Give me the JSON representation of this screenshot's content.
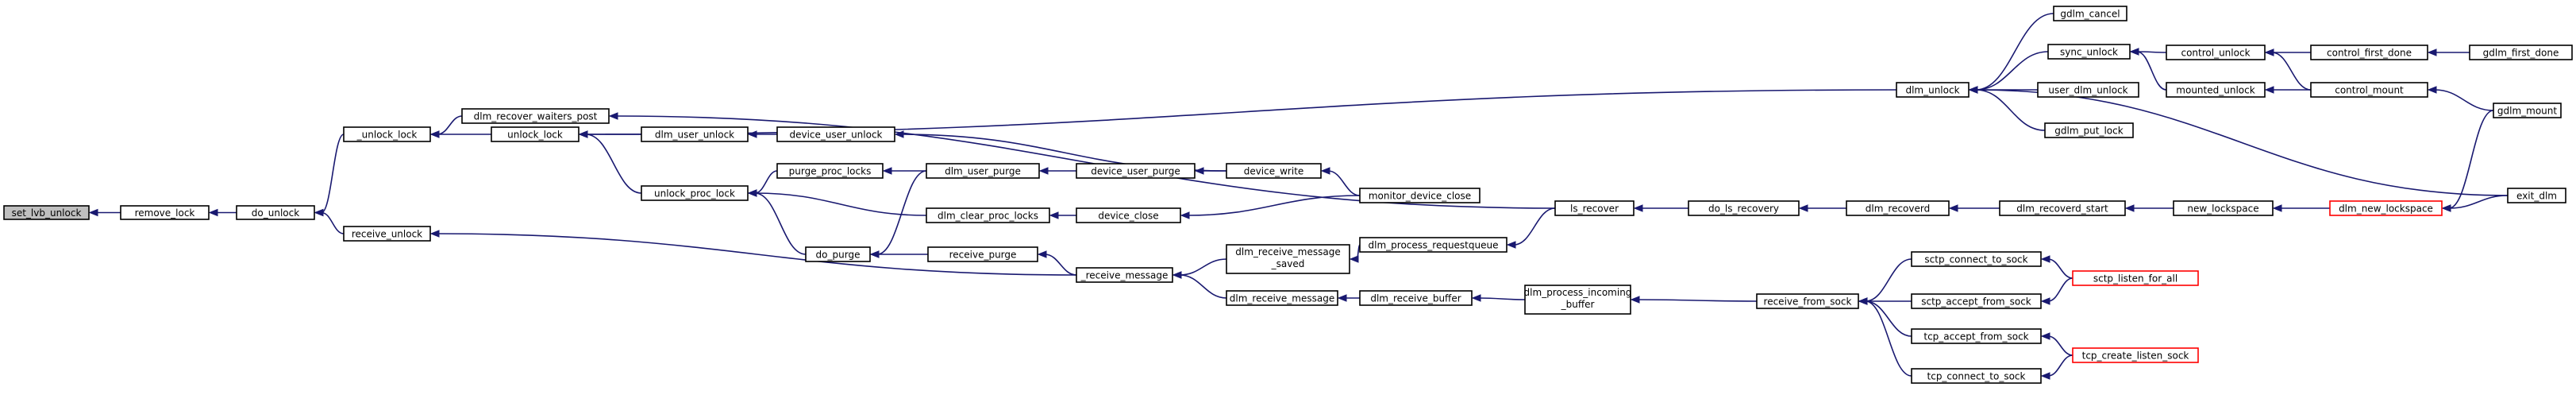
{
  "graph": {
    "nodes": [
      {
        "id": "set_lvb_unlock",
        "lines": [
          "set_lvb_unlock"
        ],
        "root": true
      },
      {
        "id": "remove_lock",
        "lines": [
          "remove_lock"
        ]
      },
      {
        "id": "do_unlock",
        "lines": [
          "do_unlock"
        ]
      },
      {
        "id": "_unlock_lock",
        "lines": [
          "_unlock_lock"
        ]
      },
      {
        "id": "receive_unlock",
        "lines": [
          "receive_unlock"
        ]
      },
      {
        "id": "dlm_recover_waiters_post",
        "lines": [
          "dlm_recover_waiters_post"
        ]
      },
      {
        "id": "unlock_lock",
        "lines": [
          "unlock_lock"
        ]
      },
      {
        "id": "dlm_user_unlock",
        "lines": [
          "dlm_user_unlock"
        ]
      },
      {
        "id": "unlock_proc_lock",
        "lines": [
          "unlock_proc_lock"
        ]
      },
      {
        "id": "device_user_unlock",
        "lines": [
          "device_user_unlock"
        ]
      },
      {
        "id": "purge_proc_locks",
        "lines": [
          "purge_proc_locks"
        ]
      },
      {
        "id": "dlm_clear_proc_locks",
        "lines": [
          "dlm_clear_proc_locks"
        ]
      },
      {
        "id": "do_purge",
        "lines": [
          "do_purge"
        ]
      },
      {
        "id": "dlm_user_purge",
        "lines": [
          "dlm_user_purge"
        ]
      },
      {
        "id": "receive_purge",
        "lines": [
          "receive_purge"
        ]
      },
      {
        "id": "device_user_purge",
        "lines": [
          "device_user_purge"
        ]
      },
      {
        "id": "device_close",
        "lines": [
          "device_close"
        ]
      },
      {
        "id": "device_write",
        "lines": [
          "device_write"
        ]
      },
      {
        "id": "monitor_device_close",
        "lines": [
          "monitor_device_close"
        ]
      },
      {
        "id": "_receive_message",
        "lines": [
          "_receive_message"
        ]
      },
      {
        "id": "dlm_receive_message_saved",
        "lines": [
          "dlm_receive_message",
          "_saved"
        ]
      },
      {
        "id": "dlm_receive_message",
        "lines": [
          "dlm_receive_message"
        ]
      },
      {
        "id": "dlm_process_requestqueue",
        "lines": [
          "dlm_process_requestqueue"
        ]
      },
      {
        "id": "dlm_receive_buffer",
        "lines": [
          "dlm_receive_buffer"
        ]
      },
      {
        "id": "dlm_process_incoming_buffer",
        "lines": [
          "dlm_process_incoming",
          "_buffer"
        ]
      },
      {
        "id": "ls_recover",
        "lines": [
          "ls_recover"
        ]
      },
      {
        "id": "do_ls_recovery",
        "lines": [
          "do_ls_recovery"
        ]
      },
      {
        "id": "dlm_recoverd",
        "lines": [
          "dlm_recoverd"
        ]
      },
      {
        "id": "dlm_recoverd_start",
        "lines": [
          "dlm_recoverd_start"
        ]
      },
      {
        "id": "new_lockspace",
        "lines": [
          "new_lockspace"
        ]
      },
      {
        "id": "dlm_new_lockspace",
        "lines": [
          "dlm_new_lockspace"
        ],
        "truncated": true
      },
      {
        "id": "dlm_unlock",
        "lines": [
          "dlm_unlock"
        ]
      },
      {
        "id": "gdlm_cancel",
        "lines": [
          "gdlm_cancel"
        ]
      },
      {
        "id": "sync_unlock",
        "lines": [
          "sync_unlock"
        ]
      },
      {
        "id": "user_dlm_unlock",
        "lines": [
          "user_dlm_unlock"
        ]
      },
      {
        "id": "gdlm_put_lock",
        "lines": [
          "gdlm_put_lock"
        ]
      },
      {
        "id": "control_unlock",
        "lines": [
          "control_unlock"
        ]
      },
      {
        "id": "mounted_unlock",
        "lines": [
          "mounted_unlock"
        ]
      },
      {
        "id": "control_first_done",
        "lines": [
          "control_first_done"
        ]
      },
      {
        "id": "control_mount",
        "lines": [
          "control_mount"
        ]
      },
      {
        "id": "gdlm_first_done",
        "lines": [
          "gdlm_first_done"
        ]
      },
      {
        "id": "gdlm_mount",
        "lines": [
          "gdlm_mount"
        ]
      },
      {
        "id": "exit_dlm",
        "lines": [
          "exit_dlm"
        ]
      },
      {
        "id": "receive_from_sock",
        "lines": [
          "receive_from_sock"
        ]
      },
      {
        "id": "sctp_connect_to_sock",
        "lines": [
          "sctp_connect_to_sock"
        ]
      },
      {
        "id": "sctp_accept_from_sock",
        "lines": [
          "sctp_accept_from_sock"
        ]
      },
      {
        "id": "tcp_accept_from_sock",
        "lines": [
          "tcp_accept_from_sock"
        ]
      },
      {
        "id": "tcp_connect_to_sock",
        "lines": [
          "tcp_connect_to_sock"
        ]
      },
      {
        "id": "sctp_listen_for_all",
        "lines": [
          "sctp_listen_for_all"
        ],
        "truncated": true
      },
      {
        "id": "tcp_create_listen_sock",
        "lines": [
          "tcp_create_listen_sock"
        ],
        "truncated": true
      }
    ],
    "edges": [
      {
        "from": "remove_lock",
        "to": "set_lvb_unlock"
      },
      {
        "from": "do_unlock",
        "to": "remove_lock"
      },
      {
        "from": "_unlock_lock",
        "to": "do_unlock"
      },
      {
        "from": "receive_unlock",
        "to": "do_unlock"
      },
      {
        "from": "dlm_recover_waiters_post",
        "to": "_unlock_lock"
      },
      {
        "from": "unlock_lock",
        "to": "_unlock_lock"
      },
      {
        "from": "ls_recover",
        "to": "dlm_recover_waiters_post"
      },
      {
        "from": "dlm_user_unlock",
        "to": "unlock_lock"
      },
      {
        "from": "unlock_proc_lock",
        "to": "unlock_lock"
      },
      {
        "from": "dlm_unlock",
        "to": "unlock_lock"
      },
      {
        "from": "device_user_unlock",
        "to": "dlm_user_unlock"
      },
      {
        "from": "device_write",
        "to": "device_user_unlock"
      },
      {
        "from": "purge_proc_locks",
        "to": "unlock_proc_lock"
      },
      {
        "from": "dlm_clear_proc_locks",
        "to": "unlock_proc_lock"
      },
      {
        "from": "do_purge",
        "to": "unlock_proc_lock"
      },
      {
        "from": "dlm_user_purge",
        "to": "purge_proc_locks"
      },
      {
        "from": "device_close",
        "to": "dlm_clear_proc_locks"
      },
      {
        "from": "dlm_user_purge",
        "to": "do_purge"
      },
      {
        "from": "receive_purge",
        "to": "do_purge"
      },
      {
        "from": "device_user_purge",
        "to": "dlm_user_purge"
      },
      {
        "from": "device_write",
        "to": "device_user_purge"
      },
      {
        "from": "_receive_message",
        "to": "receive_purge"
      },
      {
        "from": "_receive_message",
        "to": "receive_unlock"
      },
      {
        "from": "monitor_device_close",
        "to": "device_write"
      },
      {
        "from": "monitor_device_close",
        "to": "device_close"
      },
      {
        "from": "dlm_receive_message_saved",
        "to": "_receive_message"
      },
      {
        "from": "dlm_receive_message",
        "to": "_receive_message"
      },
      {
        "from": "dlm_process_requestqueue",
        "to": "dlm_receive_message_saved"
      },
      {
        "from": "dlm_receive_buffer",
        "to": "dlm_receive_message"
      },
      {
        "from": "ls_recover",
        "to": "dlm_process_requestqueue"
      },
      {
        "from": "dlm_process_incoming_buffer",
        "to": "dlm_receive_buffer"
      },
      {
        "from": "receive_from_sock",
        "to": "dlm_process_incoming_buffer"
      },
      {
        "from": "do_ls_recovery",
        "to": "ls_recover"
      },
      {
        "from": "dlm_recoverd",
        "to": "do_ls_recovery"
      },
      {
        "from": "dlm_recoverd_start",
        "to": "dlm_recoverd"
      },
      {
        "from": "new_lockspace",
        "to": "dlm_recoverd_start"
      },
      {
        "from": "dlm_new_lockspace",
        "to": "new_lockspace"
      },
      {
        "from": "gdlm_mount",
        "to": "dlm_new_lockspace"
      },
      {
        "from": "exit_dlm",
        "to": "dlm_new_lockspace"
      },
      {
        "from": "gdlm_cancel",
        "to": "dlm_unlock"
      },
      {
        "from": "sync_unlock",
        "to": "dlm_unlock"
      },
      {
        "from": "user_dlm_unlock",
        "to": "dlm_unlock"
      },
      {
        "from": "gdlm_put_lock",
        "to": "dlm_unlock"
      },
      {
        "from": "exit_dlm",
        "to": "dlm_unlock"
      },
      {
        "from": "control_unlock",
        "to": "sync_unlock"
      },
      {
        "from": "mounted_unlock",
        "to": "sync_unlock"
      },
      {
        "from": "control_first_done",
        "to": "control_unlock"
      },
      {
        "from": "control_mount",
        "to": "control_unlock"
      },
      {
        "from": "control_mount",
        "to": "mounted_unlock"
      },
      {
        "from": "gdlm_first_done",
        "to": "control_first_done"
      },
      {
        "from": "gdlm_mount",
        "to": "control_mount"
      },
      {
        "from": "sctp_connect_to_sock",
        "to": "receive_from_sock"
      },
      {
        "from": "sctp_accept_from_sock",
        "to": "receive_from_sock"
      },
      {
        "from": "tcp_accept_from_sock",
        "to": "receive_from_sock"
      },
      {
        "from": "tcp_connect_to_sock",
        "to": "receive_from_sock"
      },
      {
        "from": "sctp_listen_for_all",
        "to": "sctp_connect_to_sock"
      },
      {
        "from": "sctp_listen_for_all",
        "to": "sctp_accept_from_sock"
      },
      {
        "from": "tcp_create_listen_sock",
        "to": "tcp_accept_from_sock"
      },
      {
        "from": "tcp_create_listen_sock",
        "to": "tcp_connect_to_sock"
      }
    ]
  }
}
